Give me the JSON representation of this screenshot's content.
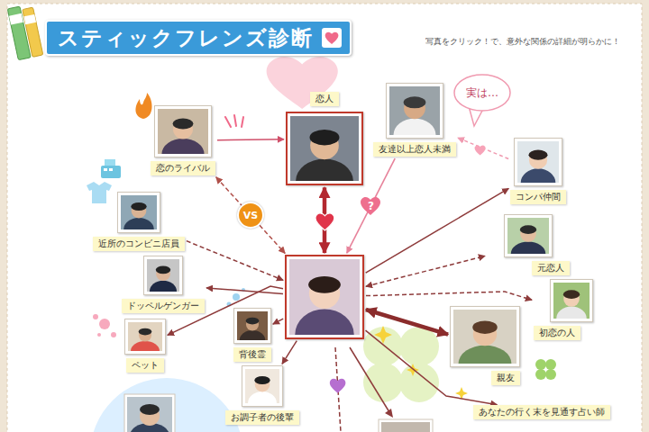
{
  "diagram": {
    "title": "スティックフレンズ診断",
    "nodes": [
      {
        "text": [
          "恋人"
        ]
      },
      {
        "text": [
          "友達以上恋人未満"
        ]
      },
      {
        "text": [
          "恋のライバル"
        ]
      },
      {
        "text": [
          "コンパ仲間"
        ]
      },
      {
        "text": [
          "近所のコンビニ店員"
        ]
      },
      {
        "text": [
          "元恋人"
        ]
      },
      {
        "text": []
      },
      {
        "text": [
          "ドッペルゲンガー"
        ]
      },
      {
        "text": [
          "初恋の人"
        ]
      },
      {
        "text": [
          "背後霊"
        ]
      },
      {
        "text": [
          "親友"
        ]
      },
      {
        "text": [
          "ペット"
        ]
      },
      {
        "text": [
          "お調子者の後輩"
        ]
      },
      {
        "text": [
          "あなたの行く末を見通す占い師"
        ]
      }
    ],
    "edges": [
      {
        "from": 2,
        "to": 0,
        "arrow": "to"
      },
      {
        "from": 0,
        "to": 6,
        "arrow": "both"
      },
      {
        "from": 2,
        "to": 6,
        "label": "VS",
        "arrow": "both"
      },
      {
        "from": 1,
        "to": 6,
        "label": "?",
        "arrow": "to"
      },
      {
        "from": 3,
        "to": 1,
        "arrow": "to"
      },
      {
        "from": 6,
        "to": 3,
        "arrow": "to"
      },
      {
        "from": 4,
        "to": 6,
        "arrow": "to"
      },
      {
        "from": 6,
        "to": 5,
        "arrow": "both"
      },
      {
        "from": 6,
        "to": 7,
        "arrow": "to"
      },
      {
        "from": 6,
        "to": 8,
        "arrow": "to"
      },
      {
        "from": 6,
        "to": 9,
        "arrow": "to"
      },
      {
        "from": 6,
        "to": 10,
        "arrow": "both"
      },
      {
        "from": 6,
        "to": 11,
        "arrow": "to"
      },
      {
        "from": 6,
        "to": 12,
        "arrow": "to"
      },
      {
        "from": 6,
        "to": 13,
        "arrow": "to"
      }
    ],
    "labels": [
      "写真をクリック！で、意外な関係の詳細が明らかに！",
      "実は…"
    ]
  }
}
